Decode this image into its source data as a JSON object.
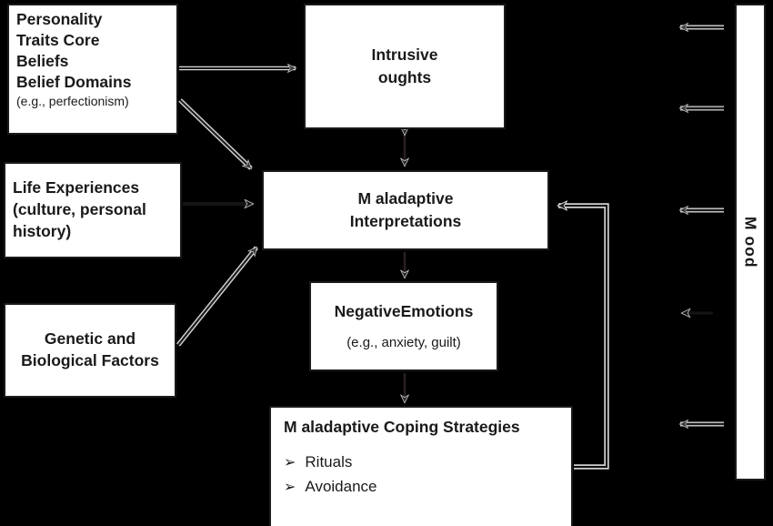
{
  "diagram": {
    "title": "Cognitive-behavioural model flow diagram",
    "background_color": "#000000",
    "box_fill_color": "#ffffff",
    "stroke_color": "#1a1a1a"
  },
  "boxes": {
    "personality": {
      "line1": "Personality",
      "line2": "Traits Core",
      "line3": "Beliefs",
      "line4": "Belief Domains",
      "line5": "(e.g., perfectionism)"
    },
    "intrusive": {
      "line1": "Intrusive",
      "line2": "oughts"
    },
    "life": {
      "line1": "Life Experiences",
      "line2": "(culture, personal",
      "line3": "history)"
    },
    "genetic": {
      "line1": "Genetic and",
      "line2": "Biological Factors"
    },
    "maladaptive": {
      "line1": "M aladaptive",
      "line2": "Interpretations"
    },
    "negative": {
      "line1": "NegativeEmotions",
      "line2": "(e.g., anxiety, guilt)"
    },
    "coping": {
      "title": "M aladaptive Coping Strategies",
      "bullet_glyph": "➢",
      "bullets": [
        "Rituals",
        "Avoidance"
      ]
    },
    "mood": {
      "label": "M ood"
    }
  },
  "connectors": [
    {
      "name": "personality-to-intrusive",
      "style": "solid-open-head",
      "direction": "right"
    },
    {
      "name": "personality-to-maladaptive",
      "style": "solid-open-head",
      "direction": "down-right"
    },
    {
      "name": "life-to-maladaptive",
      "style": "solid-open-head",
      "direction": "right"
    },
    {
      "name": "genetic-to-maladaptive",
      "style": "solid-open-head",
      "direction": "up-right"
    },
    {
      "name": "intrusive-maladaptive-bidirectional",
      "style": "double-head",
      "direction": "vertical"
    },
    {
      "name": "maladaptive-to-negative",
      "style": "solid-open-head",
      "direction": "down"
    },
    {
      "name": "negative-to-coping",
      "style": "solid-open-head",
      "direction": "down"
    },
    {
      "name": "coping-to-maladaptive-feedback",
      "style": "outlined-loop",
      "direction": "left"
    }
  ],
  "mood_arrows": [
    {
      "name": "mood-arrow-1",
      "target": "intrusive-thoughts-row",
      "length": "long"
    },
    {
      "name": "mood-arrow-2",
      "target": "intrusive-thoughts-row-2",
      "length": "long"
    },
    {
      "name": "mood-arrow-3",
      "target": "maladaptive-row",
      "length": "long"
    },
    {
      "name": "mood-arrow-4",
      "target": "negative-emotions-row",
      "length": "short"
    },
    {
      "name": "mood-arrow-5",
      "target": "coping-strategies-row",
      "length": "long"
    }
  ]
}
